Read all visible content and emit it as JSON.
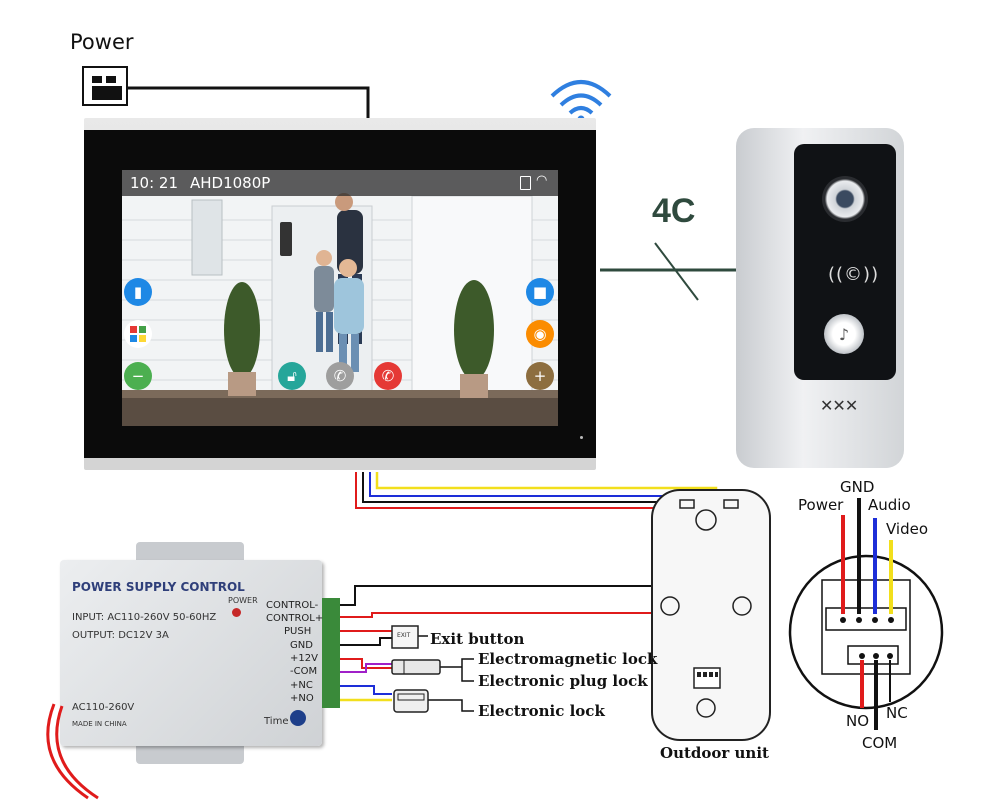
{
  "power_label": "Power",
  "cable_label": "4C",
  "monitor": {
    "time": "10: 21",
    "resolution": "AHD1080P"
  },
  "power_supply": {
    "title": "POWER SUPPLY CONTROL",
    "power_indicator": "POWER",
    "input": "INPUT: AC110-260V 50-60HZ",
    "output": "OUTPUT: DC12V  3A",
    "voltage": "AC110-260V",
    "made_in": "MADE IN CHINA",
    "time_label": "Time",
    "terminals": [
      "CONTROL-",
      "CONTROL+",
      "PUSH",
      "GND",
      "+12V",
      "-COM",
      "+NC",
      "+NO"
    ]
  },
  "exit_button_text": "EXIT",
  "devices": {
    "exit_button": "Exit button",
    "electromagnetic_lock": "Electromagnetic lock",
    "electronic_plug_lock": "Electronic plug lock",
    "electronic_lock": "Electronic lock"
  },
  "outdoor_unit": "Outdoor unit",
  "connector": {
    "power": "Power",
    "gnd": "GND",
    "audio": "Audio",
    "video": "Video",
    "no": "NO",
    "com": "COM",
    "nc": "NC"
  },
  "colors": {
    "power_wire": "#e01b1b",
    "gnd_wire": "#111111",
    "audio_wire": "#1d2ed8",
    "video_wire": "#f2df1c",
    "com_wire": "#a020c8",
    "cable_line": "#2f4a3e",
    "wifi": "#2f7fe0"
  }
}
